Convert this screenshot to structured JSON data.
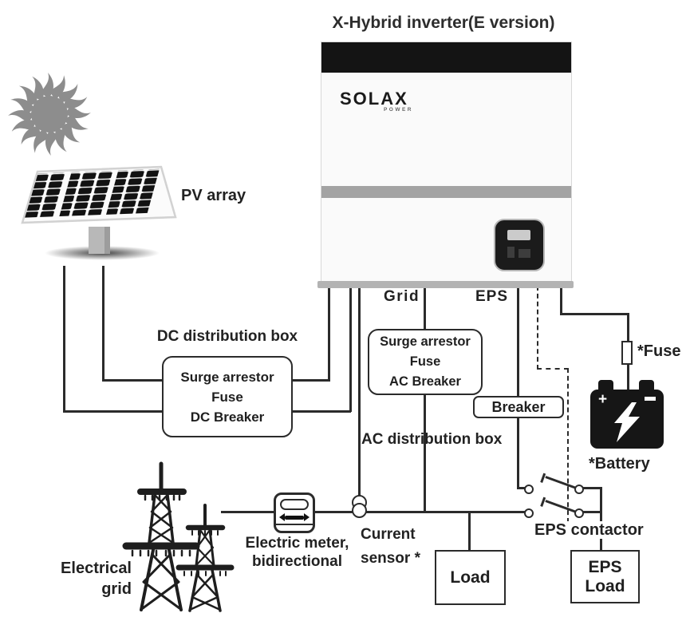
{
  "diagram": {
    "title": "X-Hybrid  inverter(E version)",
    "inverter": {
      "brand": "SOLAX",
      "brand_sub": "POWER"
    },
    "labels": {
      "pv_array": "PV array",
      "dc_distribution_box": "DC distribution box",
      "ac_distribution_box": "AC distribution box",
      "grid_terminal": "Grid",
      "eps_terminal": "EPS",
      "fuse": "*Fuse",
      "battery": "*Battery",
      "electrical_grid_line1": "Electrical",
      "electrical_grid_line2": "grid",
      "electric_meter_line1": "Electric meter,",
      "electric_meter_line2": "bidirectional",
      "current_sensor_line1": "Current",
      "current_sensor_line2": "sensor *",
      "eps_contactor": "EPS contactor"
    },
    "boxes": {
      "dc_protection": {
        "lines": [
          "Surge arrestor",
          "Fuse",
          "DC Breaker"
        ]
      },
      "ac_protection": {
        "lines": [
          "Surge arrestor",
          "Fuse",
          "AC Breaker"
        ]
      },
      "breaker": {
        "label": "Breaker"
      },
      "load": {
        "label": "Load"
      },
      "eps_load": {
        "line1": "EPS",
        "line2": "Load"
      }
    },
    "colors": {
      "line": "#2b2b2b",
      "sun": "#8d8d8d",
      "inverter_top_bar": "#141414",
      "inverter_stripe": "#a3a3a3",
      "battery": "#161616"
    }
  }
}
